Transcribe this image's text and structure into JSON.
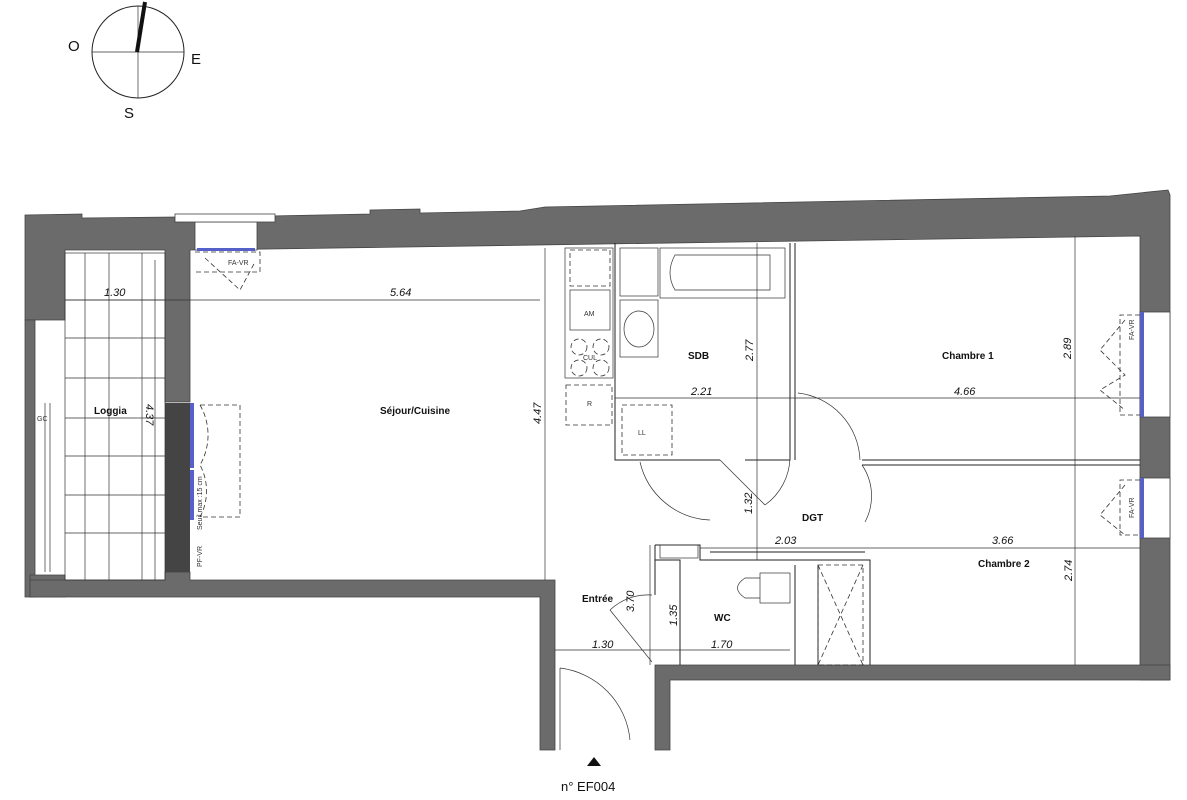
{
  "compass": {
    "west": "O",
    "east": "E",
    "south": "S"
  },
  "rooms": {
    "loggia": "Loggia",
    "sejour": "Séjour/Cuisine",
    "sdb": "SDB",
    "chambre1": "Chambre 1",
    "dgt": "DGT",
    "chambre2": "Chambre 2",
    "wc": "WC",
    "entree": "Entrée"
  },
  "dimensions": {
    "loggia_width": "1.30",
    "sejour_width": "5.64",
    "loggia_length": "4.37",
    "sejour_length": "4.47",
    "sdb_length": "2.77",
    "sdb_width": "2.21",
    "chambre1_width": "4.66",
    "chambre1_length": "2.89",
    "dgt_length": "1.32",
    "dgt_width": "2.03",
    "chambre2_width": "3.66",
    "chambre2_length": "2.74",
    "entree_length": "3.70",
    "wc_length": "1.35",
    "entree_width": "1.30",
    "wc_width": "1.70"
  },
  "annotations": {
    "window_sejour_top": "FA-VR",
    "window_chambre1": "FA-VR",
    "window_chambre2": "FA-VR",
    "gc": "GC",
    "cul": "CUL",
    "fridge": "R",
    "ll": "LL",
    "am": "AM",
    "patio_door": "PF-VR",
    "threshold": "Seuil max :15 cm"
  },
  "lot_number": "n° EF004"
}
